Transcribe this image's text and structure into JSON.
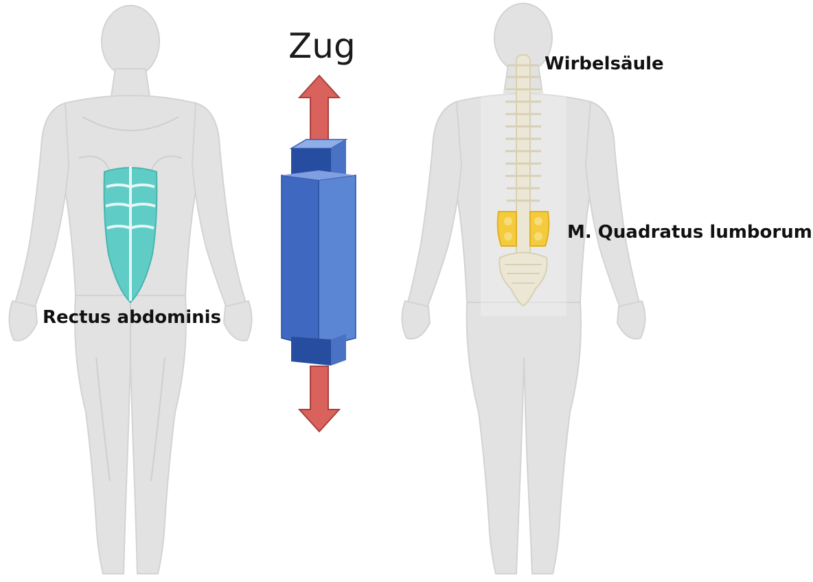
{
  "labels": {
    "zug": "Zug",
    "rectus_abdominis": "Rectus abdominis",
    "wirbelsaeule": "Wirbelsäule",
    "quadratus_lumborum": "M. Quadratus lumborum"
  },
  "colors": {
    "figure": "#e2e2e2",
    "figure_outline": "#d0d0d0",
    "abdominis": "#5fcdc6",
    "spine": "#ece7d4",
    "quadratus": "#f4cb3c",
    "arrow": "#d9625d",
    "block_front": "#5b86d4",
    "block_dark": "#274da0",
    "block_light": "#8eaee8"
  },
  "icons": {
    "front_figure": "human-front-figure-icon",
    "back_figure": "human-back-figure-icon",
    "tension_block": "tension-block-icon",
    "arrow_up": "arrow-up-icon",
    "arrow_down": "arrow-down-icon"
  }
}
